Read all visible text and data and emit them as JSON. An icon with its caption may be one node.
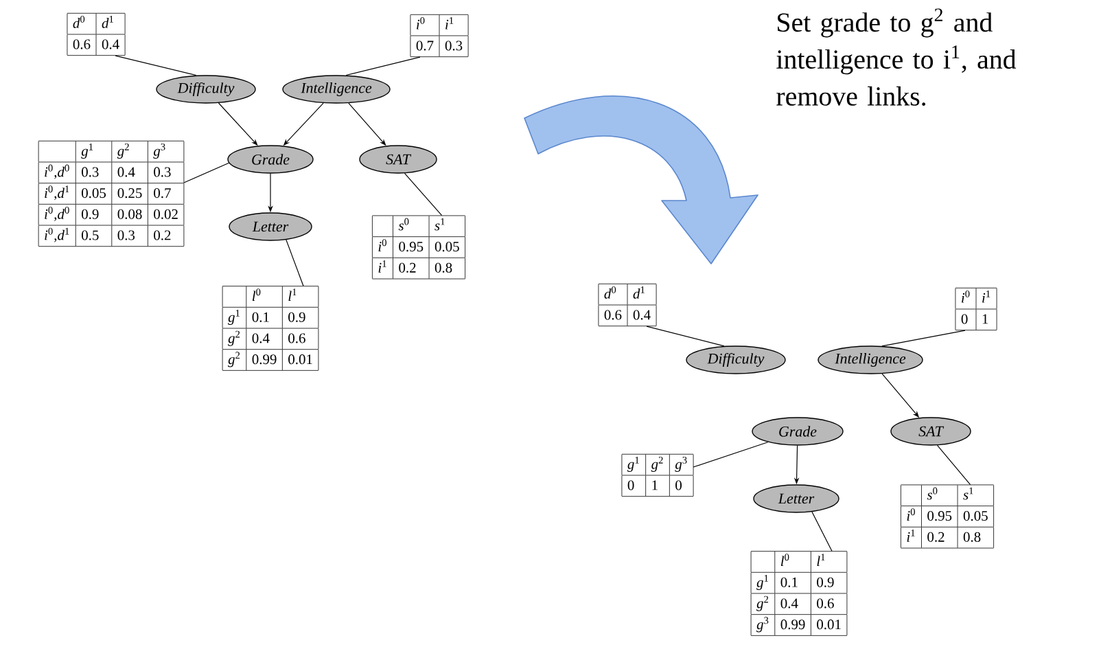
{
  "diagram": {
    "nodes": [
      {
        "text": [
          "*d*$^{0}$",
          "*d*$^{1}$",
          "0.6",
          "0.4"
        ]
      },
      {
        "text": [
          "*i*$^{0}$",
          "*i*$^{1}$",
          "0.7",
          "0.3"
        ]
      },
      {
        "text": [
          "Difficulty"
        ]
      },
      {
        "text": [
          "Intelligence"
        ]
      },
      {
        "text": [
          "*g*$^{1}$",
          "*g*$^{2}$",
          "*g*$^{3}$",
          "*i*$^{0}$,*d*$^{0}$",
          "0.3",
          "0.4",
          "0.3",
          "*i*$^{0}$,*d*$^{1}$",
          "0.05",
          "0.25",
          "0.7",
          "*i*$^{0}$,*d*$^{0}$",
          "0.9",
          "0.08",
          "0.02",
          "*i*$^{0}$,*d*$^{1}$",
          "0.5",
          "0.3",
          "0.2"
        ]
      },
      {
        "text": [
          "Grade"
        ]
      },
      {
        "text": [
          "SAT"
        ]
      },
      {
        "text": [
          "Letter"
        ]
      },
      {
        "text": [
          "*s*$^{0}$",
          "*s*$^{1}$",
          "*i*$^{0}$",
          "0.95",
          "0.05",
          "*i*$^{1}$",
          "0.2",
          "0.8"
        ]
      },
      {
        "text": [
          "*l*$^{0}$",
          "*l*$^{1}$",
          "*g*$^{1}$",
          "0.1",
          "0.9",
          "*g*$^{2}$",
          "0.4",
          "0.6",
          "*g*$^{2}$",
          "0.99",
          "0.01"
        ]
      },
      {
        "text": [
          "*d*$^{0}$",
          "*d*$^{1}$",
          "0.6",
          "0.4"
        ]
      },
      {
        "text": [
          "*i*$^{0}$",
          "*i*$^{1}$",
          "0",
          "1"
        ]
      },
      {
        "text": [
          "Difficulty"
        ]
      },
      {
        "text": [
          "Intelligence"
        ]
      },
      {
        "text": [
          "Grade"
        ]
      },
      {
        "text": [
          "SAT"
        ]
      },
      {
        "text": [
          "*g*$^{1}$",
          "*g*$^{2}$",
          "*g*$^{3}$",
          "0",
          "1",
          "0"
        ]
      },
      {
        "text": [
          "Letter"
        ]
      },
      {
        "text": [
          "*s*$^{0}$",
          "*s*$^{1}$",
          "*i*$^{0}$",
          "0.95",
          "0.05",
          "*i*$^{1}$",
          "0.2",
          "0.8"
        ]
      },
      {
        "text": [
          "*l*$^{0}$",
          "*l*$^{1}$",
          "*g*$^{1}$",
          "0.1",
          "0.9",
          "*g*$^{2}$",
          "0.4",
          "0.6",
          "*g*$^{3}$",
          "0.99",
          "0.01"
        ]
      }
    ],
    "edges": [
      {
        "from": 2,
        "to": 5,
        "arrow": "to"
      },
      {
        "from": 3,
        "to": 5,
        "arrow": "to"
      },
      {
        "from": 3,
        "to": 6,
        "arrow": "to"
      },
      {
        "from": 5,
        "to": 7,
        "arrow": "to"
      },
      {
        "from": 0,
        "to": 2,
        "arrow": "none"
      },
      {
        "from": 1,
        "to": 3,
        "arrow": "none"
      },
      {
        "from": 4,
        "to": 5,
        "arrow": "none"
      },
      {
        "from": 8,
        "to": 6,
        "arrow": "none"
      },
      {
        "from": 9,
        "to": 7,
        "arrow": "none"
      },
      {
        "from": 13,
        "to": 15,
        "arrow": "to"
      },
      {
        "from": 14,
        "to": 17,
        "arrow": "to"
      },
      {
        "from": 10,
        "to": 12,
        "arrow": "none"
      },
      {
        "from": 11,
        "to": 13,
        "arrow": "none"
      },
      {
        "from": 16,
        "to": 14,
        "arrow": "none"
      },
      {
        "from": 18,
        "to": 15,
        "arrow": "none"
      },
      {
        "from": 19,
        "to": 17,
        "arrow": "none"
      }
    ],
    "labels": [
      "Set grade to g$^{2}$ and intelligence to i$^{1}$, and remove links."
    ]
  }
}
